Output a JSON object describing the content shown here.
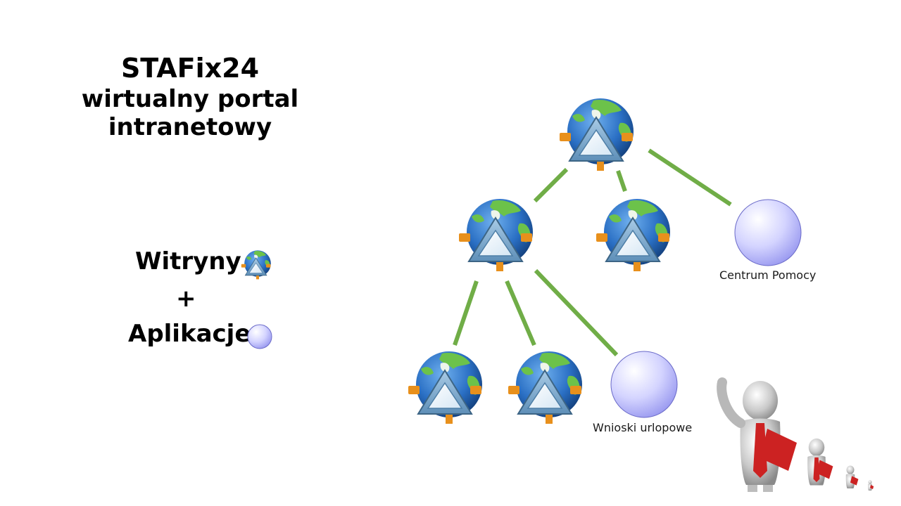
{
  "title": {
    "main": "STAFix24",
    "line2": "wirtualny portal",
    "line3": "intranetowy"
  },
  "legend": {
    "sites_label": "Witryny",
    "plus": "+",
    "apps_label": "Aplikacje"
  },
  "nodes": {
    "help_center": "Centrum Pomocy",
    "leave_requests": "Wnioski urlopowe"
  },
  "colors": {
    "connector": "#70ad47",
    "app_node_fill": "#c8c8ff",
    "globe_ocean": "#2a6fc4",
    "globe_land": "#6cc24a",
    "site_triangle": "#7fb3d8",
    "site_tab": "#e8901c"
  },
  "icons": [
    "globe-site-icon",
    "app-circle-icon",
    "presenter-figure-icon"
  ]
}
